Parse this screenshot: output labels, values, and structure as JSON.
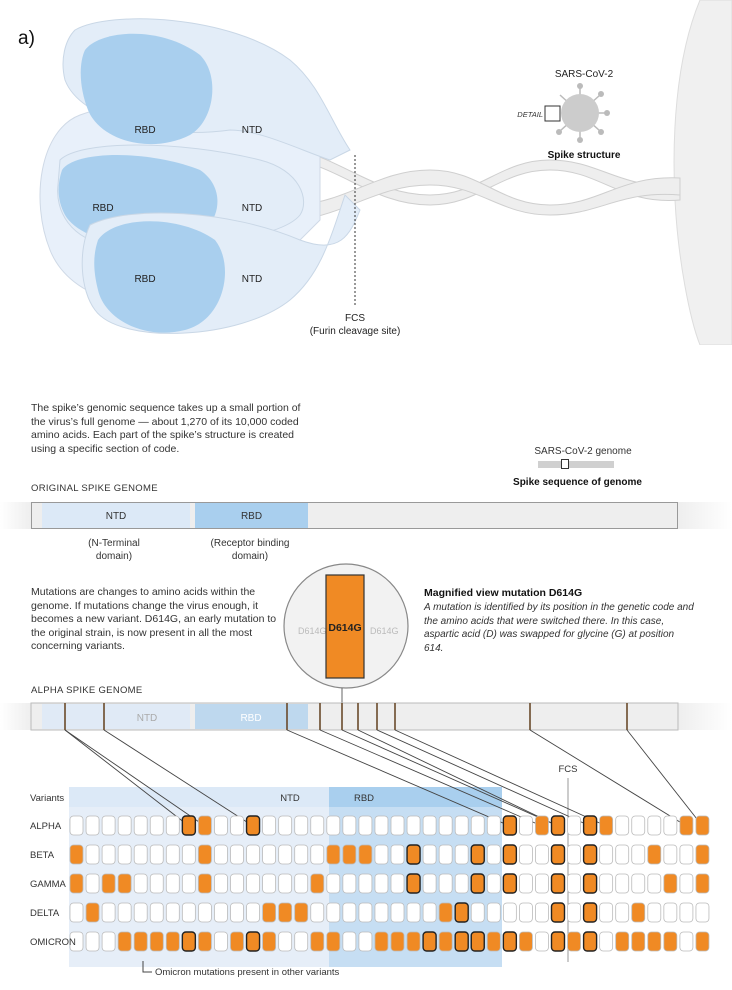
{
  "panel_label": "a)",
  "colors": {
    "orange": "#f08a24",
    "light_blue": "#dce9f7",
    "mid_blue": "#a9cfee",
    "gray_fill": "#eeeeee",
    "dark_line": "#6a4a2a"
  },
  "structure": {
    "rbd_label": "RBD",
    "ntd_label": "NTD",
    "fcs_title": "FCS",
    "fcs_sub": "(Furin cleavage site)",
    "virus_name": "SARS-CoV-2",
    "detail_label": "DETAIL",
    "spike_structure": "Spike structure"
  },
  "intro_text": "The spike’s genomic sequence takes up a small portion of the virus’s full genome — about 1,270 of its 10,000 coded amino acids. Each part of the spike’s structure is created using a specific section of code.",
  "genome_legend": {
    "genome_label": "SARS-CoV-2 genome",
    "spike_seq": "Spike sequence of genome"
  },
  "original": {
    "title": "ORIGINAL SPIKE GENOME",
    "ntd": "NTD",
    "rbd": "RBD",
    "ntd_desc": "(N-Terminal domain)",
    "rbd_desc": "(Receptor binding domain)"
  },
  "mutation_text": "Mutations are changes to amino acids within the genome. If mutations change the virus enough, it becomes a new variant. D614G, an early mutation to the original strain, is now present in all the most concerning variants.",
  "magnified": {
    "mutation": "D614G",
    "title": "Magnified view mutation D614G",
    "body": "A mutation is identified by its position in the genetic code and the amino acids that were switched there. In this case, aspartic acid (D) was swapped for glycine (G) at position 614."
  },
  "alpha": {
    "title": "ALPHA SPIKE GENOME",
    "ntd": "NTD",
    "rbd": "RBD"
  },
  "grid": {
    "variants_header": "Variants",
    "ntd": "NTD",
    "rbd": "RBD",
    "fcs": "FCS",
    "cols": 40,
    "rows": [
      {
        "name": "ALPHA",
        "mut": [
          8,
          9,
          12,
          28,
          30,
          31,
          33,
          34,
          39,
          40
        ],
        "outlined": [
          8,
          12,
          28,
          31,
          33
        ]
      },
      {
        "name": "BETA",
        "mut": [
          1,
          9,
          17,
          18,
          19,
          22,
          26,
          28,
          31,
          33,
          37,
          40
        ],
        "outlined": [
          22,
          26,
          28,
          31,
          33
        ]
      },
      {
        "name": "GAMMA",
        "mut": [
          1,
          3,
          4,
          9,
          16,
          22,
          26,
          28,
          31,
          33,
          38,
          40
        ],
        "outlined": [
          22,
          26,
          28,
          31,
          33
        ]
      },
      {
        "name": "DELTA",
        "mut": [
          2,
          13,
          14,
          15,
          24,
          25,
          31,
          33,
          36
        ],
        "outlined": [
          25,
          31,
          33
        ]
      },
      {
        "name": "OMICRON",
        "mut": [
          4,
          5,
          6,
          7,
          8,
          9,
          11,
          12,
          13,
          16,
          17,
          20,
          21,
          22,
          23,
          24,
          25,
          26,
          27,
          28,
          29,
          31,
          32,
          33,
          35,
          36,
          37,
          38,
          40
        ],
        "outlined": [
          8,
          12,
          23,
          25,
          26,
          28,
          31,
          33
        ]
      }
    ],
    "footnote": "Omicron mutations present in other variants"
  }
}
